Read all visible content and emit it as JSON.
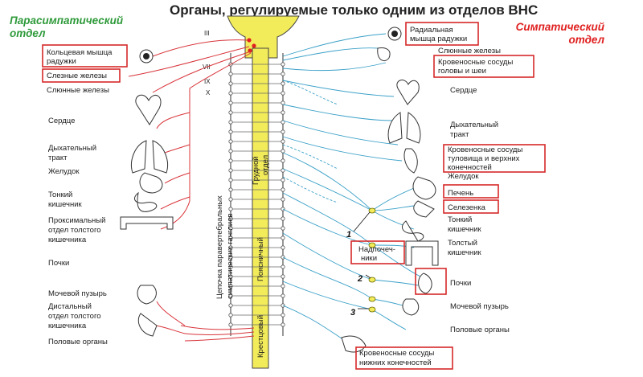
{
  "title": "Органы, регулируемые только одним из отделов ВНС",
  "parasympathetic_label": [
    "Парасимпатический",
    "отдел"
  ],
  "sympathetic_label": [
    "Симпатический",
    "отдел"
  ],
  "left_labels": [
    [
      "Кольцевая мышца",
      "радужки"
    ],
    [
      "Слезные железы"
    ],
    [
      "Слюнные железы"
    ],
    [
      "Сердце"
    ],
    [
      "Дыхательный",
      "тракт"
    ],
    [
      "Желудок"
    ],
    [
      "Тонкий",
      "кишечник"
    ],
    [
      "Проксимальный",
      "отдел толстого",
      "кишечника"
    ],
    [
      "Почки"
    ],
    [
      "Мочевой пузырь"
    ],
    [
      "Дистальный",
      "отдел толстого",
      "кишечника"
    ],
    [
      "Половые органы"
    ]
  ],
  "right_labels": [
    [
      "Радиальная",
      "мышца радужки"
    ],
    [
      "Слюнные железы"
    ],
    [
      "Кровеносные сосуды",
      "головы и шеи"
    ],
    [
      "Сердце"
    ],
    [
      "Дыхательный",
      "тракт"
    ],
    [
      "Кровеносные сосуды",
      "туловища и верхних",
      "конечностей"
    ],
    [
      "Желудок"
    ],
    [
      "Печень"
    ],
    [
      "Селезенка"
    ],
    [
      "Тонкий",
      "кишечник"
    ],
    [
      "Толстый",
      "кишечник"
    ],
    [
      "Надпочеч-",
      "ники"
    ],
    [
      "Почки"
    ],
    [
      "Мочевой пузырь"
    ],
    [
      "Половые органы"
    ],
    [
      "Кровеносные сосуды",
      "нижних конечностей"
    ]
  ],
  "cranial_nerves": [
    "III",
    "VII",
    "IX",
    "X"
  ],
  "spinal_sections": [
    "Грудной",
    "отдел",
    "Поясничный",
    "Крестцовый"
  ],
  "chain_label": [
    "Цепочка паравертебральных",
    "симпатических ганглиев"
  ],
  "ganglion_numbers": [
    "1",
    "2",
    "3"
  ],
  "colors": {
    "parasympathetic": "#2e9a3a",
    "sympathetic": "#e02020",
    "highlight_box": "#d62828",
    "spinal_cord": "#f3ec5a",
    "sympathetic_fibers": "#3aa0c8",
    "parasympathetic_fibers": "#d8343a"
  }
}
